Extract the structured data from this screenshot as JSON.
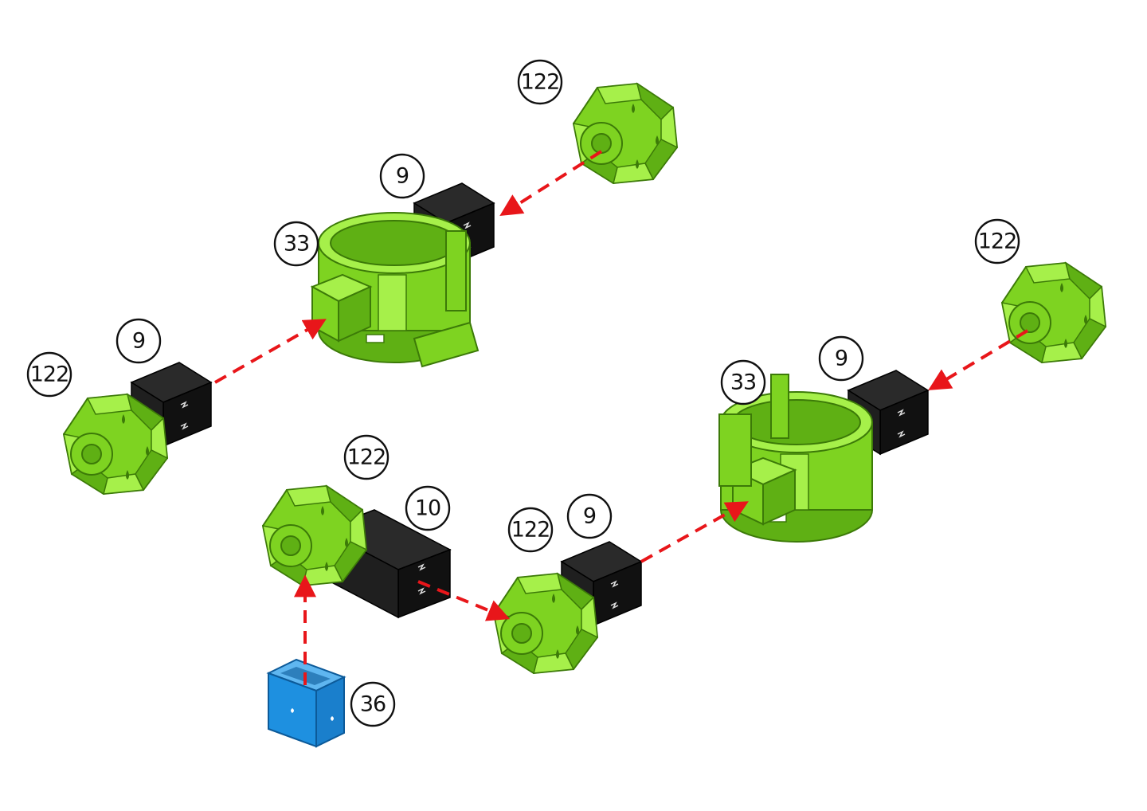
{
  "diagram": {
    "colors": {
      "green": "#7ed321",
      "green_dark": "#4e9a06",
      "green_light": "#a6f04a",
      "black_part": "#1a1a1a",
      "blue_part": "#1e90e0",
      "arrow": "#e8161a"
    },
    "callouts": [
      {
        "id": "c1",
        "label": "122"
      },
      {
        "id": "c2",
        "label": "9"
      },
      {
        "id": "c3",
        "label": "33"
      },
      {
        "id": "c4",
        "label": "122"
      },
      {
        "id": "c5",
        "label": "9"
      },
      {
        "id": "c6",
        "label": "122"
      },
      {
        "id": "c7",
        "label": "122"
      },
      {
        "id": "c8",
        "label": "9"
      },
      {
        "id": "c9",
        "label": "33"
      },
      {
        "id": "c10",
        "label": "122"
      },
      {
        "id": "c11",
        "label": "10"
      },
      {
        "id": "c12",
        "label": "122"
      },
      {
        "id": "c13",
        "label": "9"
      },
      {
        "id": "c14",
        "label": "36"
      }
    ]
  }
}
